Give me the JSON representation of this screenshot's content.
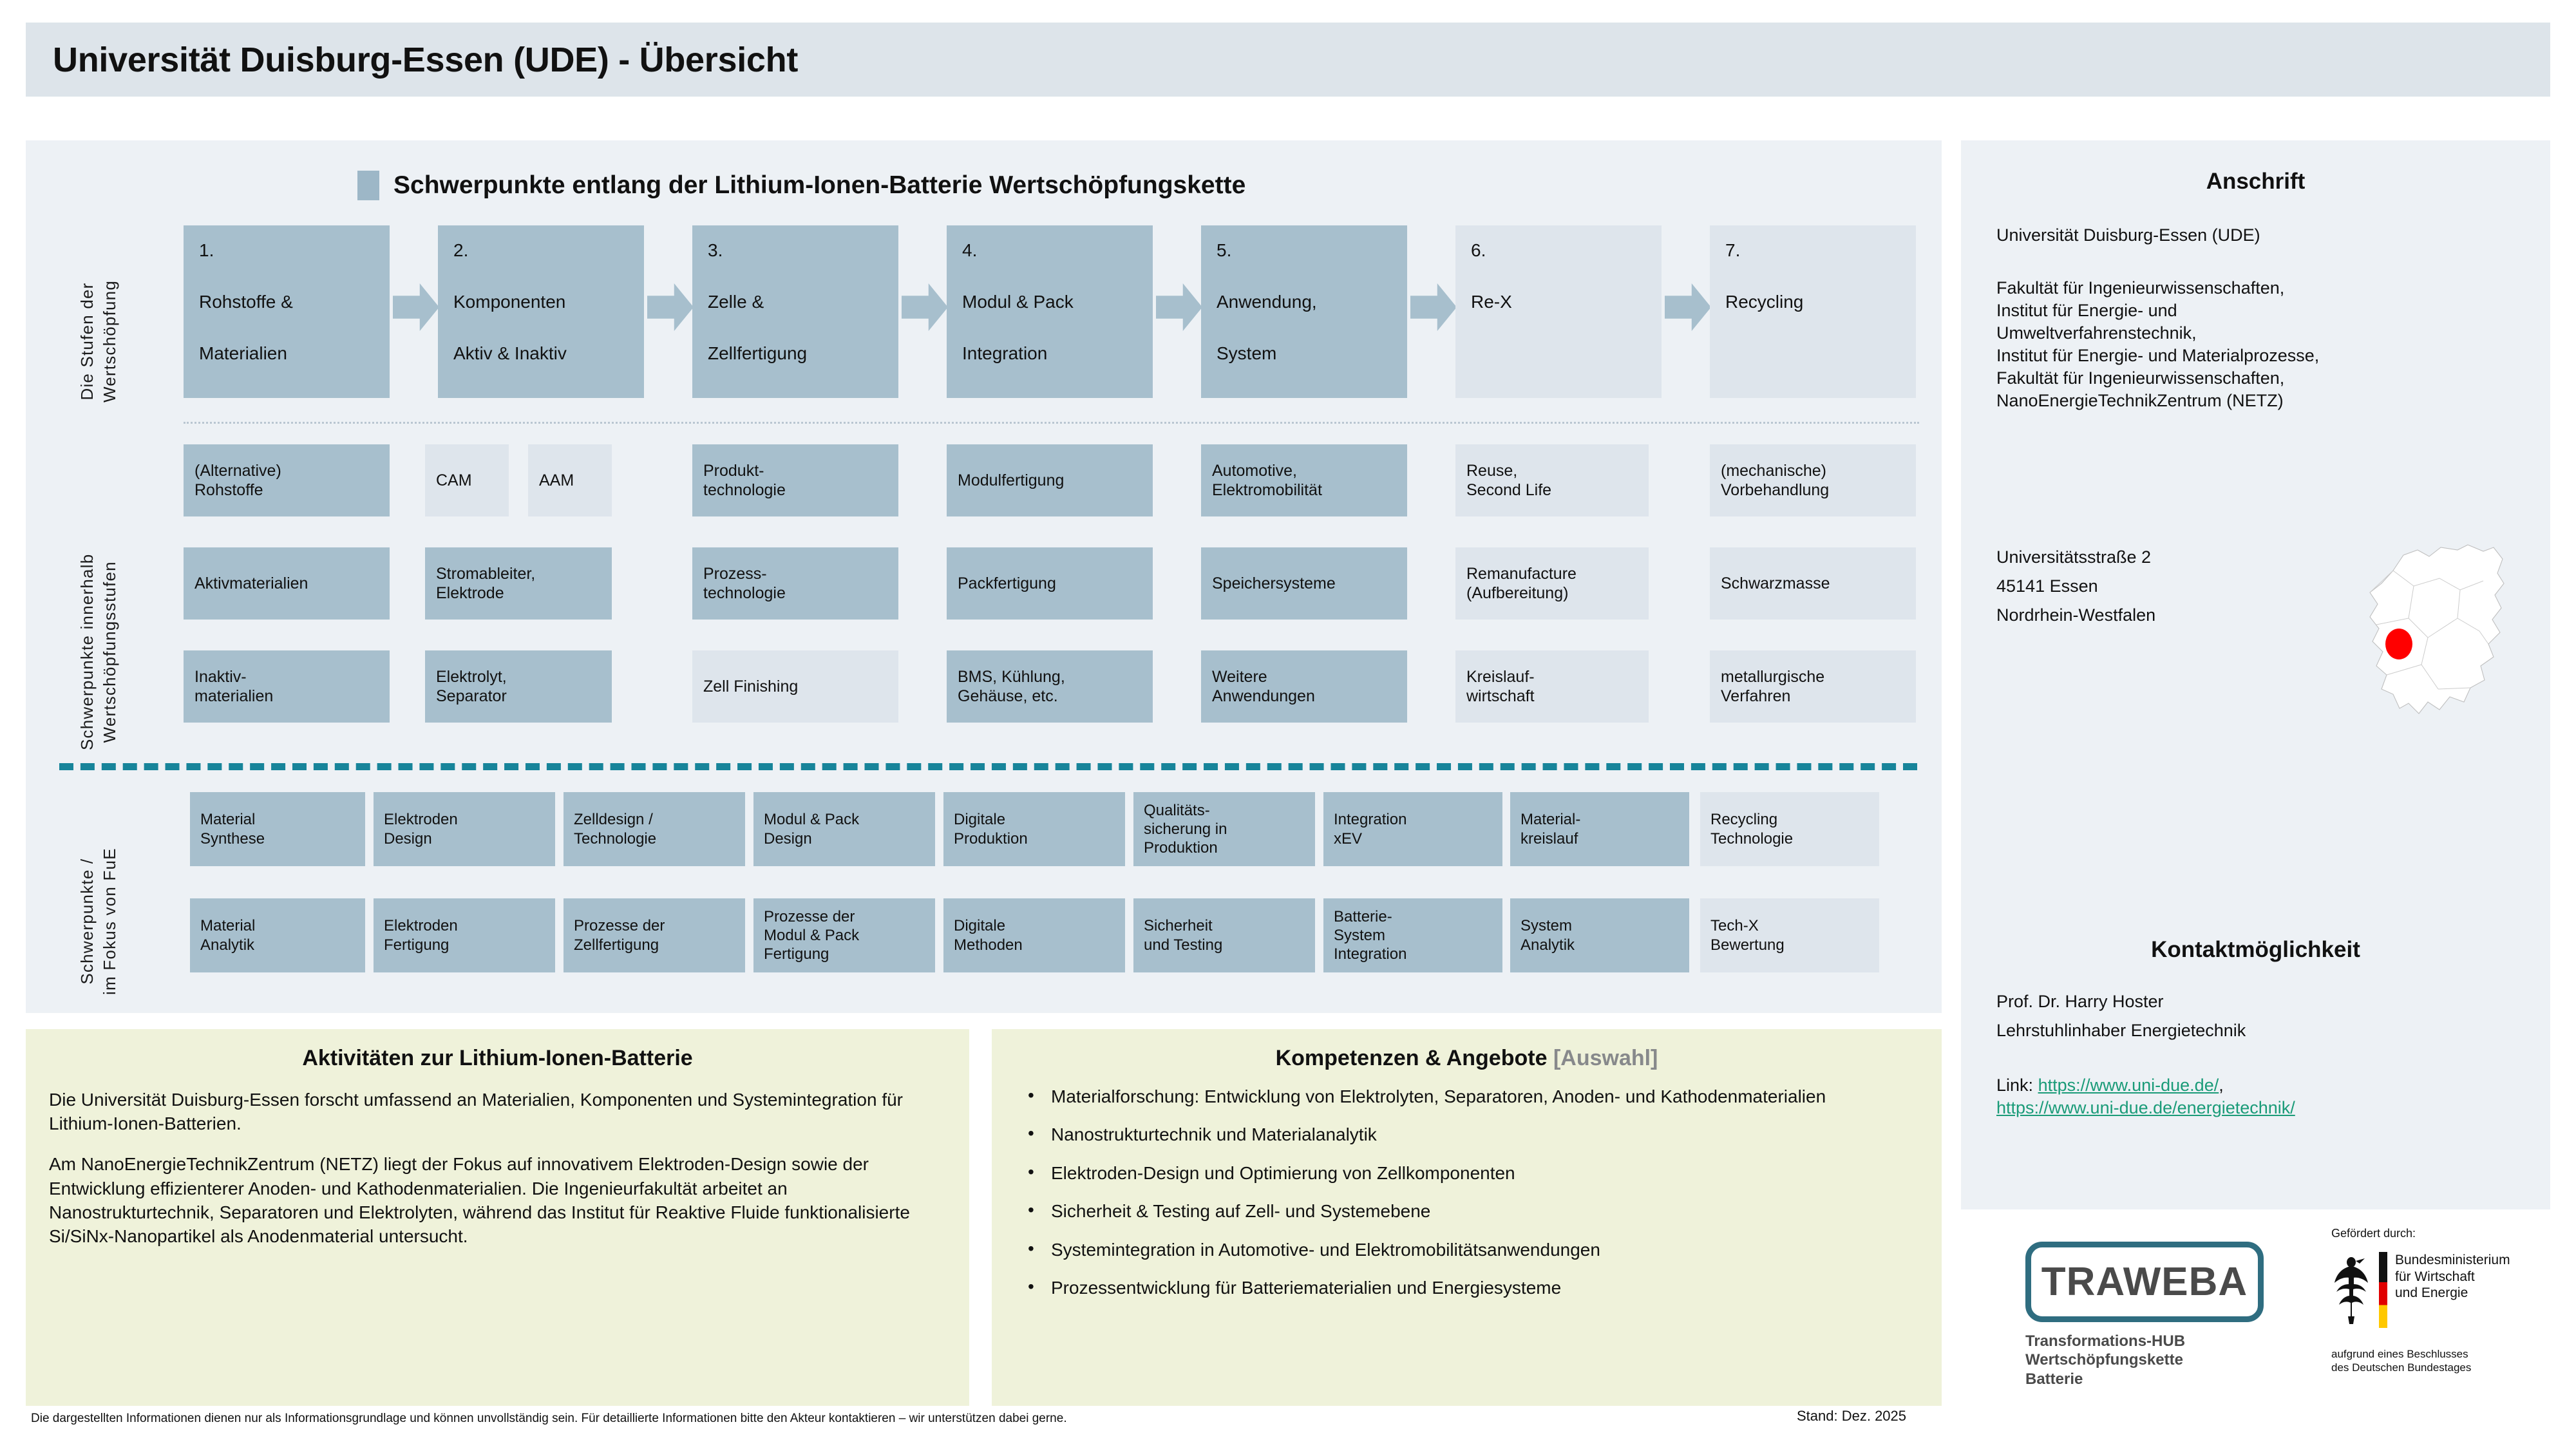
{
  "header": {
    "title": "Universität Duisburg-Essen (UDE) - Übersicht"
  },
  "valuechain": {
    "section_title": "Schwerpunkte entlang der Lithium-Ionen-Batterie Wertschöpfungskette",
    "row_labels": {
      "stages": "Die Stufen der\nWertschöpfung",
      "subtopics": "Schwerpunkte innerhalb\nWertschöpfungsstufen",
      "rnd": "Schwerpunkte /\nim Fokus von FuE"
    },
    "stages": [
      {
        "num": "1.",
        "line1": "Rohstoffe &",
        "line2": "Materialien",
        "active": true
      },
      {
        "num": "2.",
        "line1": "Komponenten",
        "line2": "Aktiv & Inaktiv",
        "active": true
      },
      {
        "num": "3.",
        "line1": "Zelle &",
        "line2": "Zellfertigung",
        "active": true
      },
      {
        "num": "4.",
        "line1": "Modul & Pack",
        "line2": "Integration",
        "active": true
      },
      {
        "num": "5.",
        "line1": "Anwendung,",
        "line2": "System",
        "active": true
      },
      {
        "num": "6.",
        "line1": "Re-X",
        "line2": "",
        "active": false
      },
      {
        "num": "7.",
        "line1": "Recycling",
        "line2": "",
        "active": false
      }
    ],
    "subtopics": [
      {
        "label": "(Alternative)\nRohstoffe",
        "active": true
      },
      {
        "label": "CAM",
        "active": false
      },
      {
        "label": "AAM",
        "active": false
      },
      {
        "label": "Produkt-\ntechnologie",
        "active": true
      },
      {
        "label": "Modulfertigung",
        "active": true
      },
      {
        "label": "Automotive,\nElektromobilität",
        "active": true
      },
      {
        "label": "Reuse,\nSecond Life",
        "active": false
      },
      {
        "label": "(mechanische)\nVorbehandlung",
        "active": false
      },
      {
        "label": "Aktivmaterialien",
        "active": true
      },
      {
        "label": "Stromableiter,\nElektrode",
        "active": true
      },
      {
        "label": "Prozess-\ntechnologie",
        "active": true
      },
      {
        "label": "Packfertigung",
        "active": true
      },
      {
        "label": "Speichersysteme",
        "active": true
      },
      {
        "label": "Remanufacture\n(Aufbereitung)",
        "active": false
      },
      {
        "label": "Schwarzmasse",
        "active": false
      },
      {
        "label": "Inaktiv-\nmaterialien",
        "active": true
      },
      {
        "label": "Elektrolyt,\nSeparator",
        "active": true
      },
      {
        "label": "Zell Finishing",
        "active": false
      },
      {
        "label": "BMS, Kühlung,\nGehäuse, etc.",
        "active": true
      },
      {
        "label": "Weitere\nAnwendungen",
        "active": true
      },
      {
        "label": "Kreislauf-\nwirtschaft",
        "active": false
      },
      {
        "label": "metallurgische\nVerfahren",
        "active": false
      }
    ],
    "rnd_row1": [
      {
        "label": "Material\nSynthese",
        "active": true
      },
      {
        "label": "Elektroden\nDesign",
        "active": true
      },
      {
        "label": "Zelldesign /\nTechnologie",
        "active": true
      },
      {
        "label": "Modul & Pack\nDesign",
        "active": true
      },
      {
        "label": "Digitale\nProduktion",
        "active": true
      },
      {
        "label": "Qualitäts-\nsicherung in\nProduktion",
        "active": true
      },
      {
        "label": "Integration\nxEV",
        "active": true
      },
      {
        "label": "Material-\nkreislauf",
        "active": true
      },
      {
        "label": "Recycling\nTechnologie",
        "active": false
      }
    ],
    "rnd_row2": [
      {
        "label": "Material\nAnalytik",
        "active": true
      },
      {
        "label": "Elektroden\nFertigung",
        "active": true
      },
      {
        "label": "Prozesse der\nZellfertigung",
        "active": true
      },
      {
        "label": "Prozesse der\nModul & Pack\nFertigung",
        "active": true
      },
      {
        "label": "Digitale\nMethoden",
        "active": true
      },
      {
        "label": "Sicherheit\nund Testing",
        "active": true
      },
      {
        "label": "Batterie-\nSystem\nIntegration",
        "active": true
      },
      {
        "label": "System\nAnalytik",
        "active": true
      },
      {
        "label": "Tech-X\nBewertung",
        "active": false
      }
    ]
  },
  "address": {
    "heading": "Anschrift",
    "org": "Universität Duisburg-Essen (UDE)",
    "units": "Fakultät für Ingenieurwissenschaften,\nInstitut für Energie- und\nUmweltverfahrenstechnik,\nInstitut für Energie- und Materialprozesse,\nFakultät für Ingenieurwissenschaften,\nNanoEnergieTechnikZentrum (NETZ)",
    "street": "Universitätsstraße 2",
    "city": "45141 Essen",
    "state": "Nordrhein-Westfalen"
  },
  "contact": {
    "heading": "Kontaktmöglichkeit",
    "person": "Prof. Dr. Harry Hoster",
    "role": "Lehrstuhlinhaber Energietechnik",
    "link_label": "Link:",
    "link1": "https://www.uni-due.de/",
    "link_sep": ",",
    "link2": "https://www.uni-due.de/energietechnik/"
  },
  "activities": {
    "heading": "Aktivitäten zur Lithium-Ionen-Batterie",
    "p1": "Die Universität Duisburg-Essen forscht umfassend an Materialien, Komponenten und Systemintegration für Lithium-Ionen-Batterien.",
    "p2": "Am NanoEnergieTechnikZentrum (NETZ) liegt der Fokus auf innovativem Elektroden-Design sowie der Entwicklung effizienterer Anoden- und Kathodenmaterialien. Die Ingenieurfakultät arbeitet an Nanostrukturtechnik, Separatoren und Elektrolyten, während das Institut für Reaktive Fluide funktionalisierte Si/SiNx-Nanopartikel als Anodenmaterial untersucht."
  },
  "competences": {
    "heading": "Kompetenzen & Angebote",
    "heading_muted": "[Auswahl]",
    "items": [
      "Materialforschung: Entwicklung von Elektrolyten, Separatoren, Anoden- und Kathodenmaterialien",
      "Nanostrukturtechnik und Materialanalytik",
      "Elektroden-Design und Optimierung von Zellkomponenten",
      "Sicherheit & Testing auf Zell- und Systemebene",
      "Systemintegration in Automotive- und Elektromobilitätsanwendungen",
      "Prozessentwicklung für Batteriematerialien und Energiesysteme"
    ]
  },
  "logos": {
    "traweba_word": "TRAWEBA",
    "traweba_sub": "Transformations-HUB\nWertschöpfungskette\nBatterie",
    "funded_by": "Gefördert durch:",
    "ministry": "Bundesministerium\nfür Wirtschaft\nund Energie",
    "beschluss": "aufgrund eines Beschlusses\ndes Deutschen Bundestages"
  },
  "footer": {
    "disclaimer": "Die dargestellten Informationen dienen nur als Informationsgrundlage und können unvollständig sein. Für detaillierte Informationen bitte den Akteur kontaktieren – wir unterstützen dabei gerne.",
    "stand": "Stand: Dez. 2025"
  },
  "colors": {
    "accent_blue": "#a7bfcd",
    "dim_blue": "#dee5ec",
    "panel_bg": "#edf1f5",
    "note_bg": "#eff2da",
    "dash_teal": "#17849a",
    "link_green": "#1a9b78",
    "map_dot": "#ff0000"
  }
}
